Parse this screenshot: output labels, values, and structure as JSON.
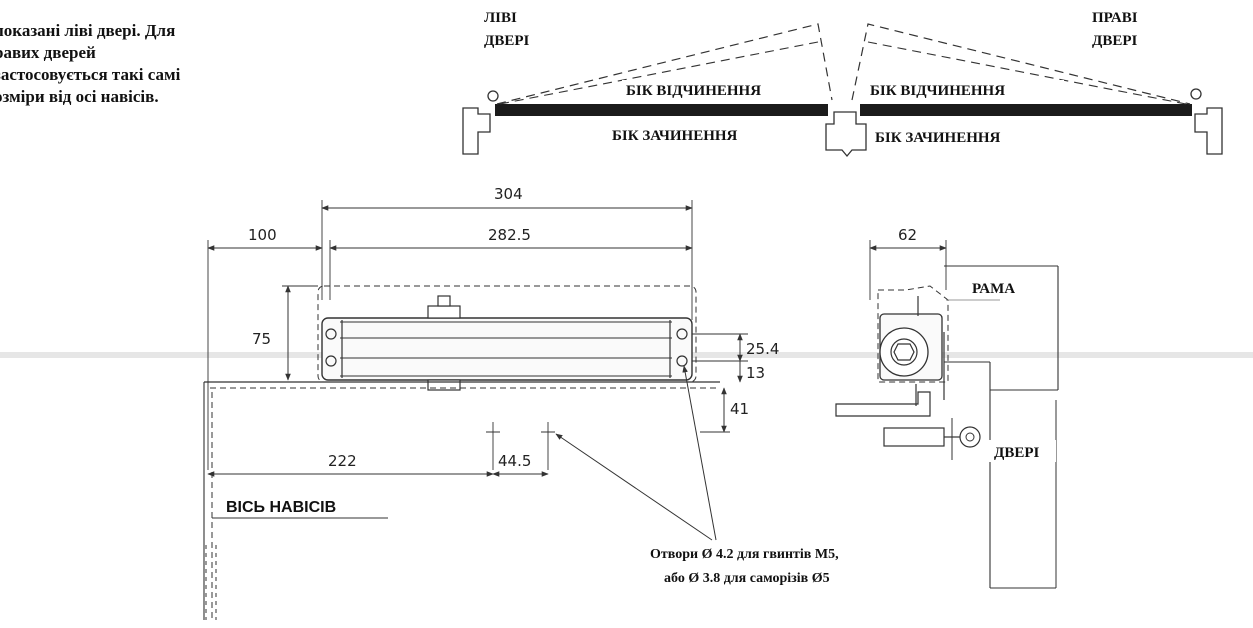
{
  "note": {
    "line1": "показані ліві двері. Для",
    "line2": "равих дверей",
    "line3": "застосовується такі самі",
    "line4": "озміри від осі навісів."
  },
  "top_diagram": {
    "left_door_line1": "ЛІВІ",
    "left_door_line2": "ДВЕРІ",
    "right_door_line1": "ПРАВІ",
    "right_door_line2": "ДВЕРІ",
    "opening_side_left": "БІК ВІДЧИНЕННЯ",
    "opening_side_right": "БІК ВІДЧИНЕННЯ",
    "closing_side_left": "БІК ЗАЧИНЕННЯ",
    "closing_side_right": "БІК ЗАЧИНЕННЯ"
  },
  "dimensions": {
    "overall_length": "304",
    "body_length": "282.5",
    "offset_from_hinge": "100",
    "height": "75",
    "hole_spacing_vertical": "25.4",
    "hole_to_door_edge": "13",
    "bracket_offset": "41",
    "bracket_distance": "222",
    "bracket_hole_spacing": "44.5",
    "side_width": "62"
  },
  "labels": {
    "hinge_axis": "ВІСЬ НАВІСІВ",
    "frame": "РАМА",
    "door": "ДВЕРІ",
    "holes_line1": "Отвори Ø 4.2 для гвинтів М5,",
    "holes_line2": "або Ø 3.8 для саморізів Ø5"
  }
}
